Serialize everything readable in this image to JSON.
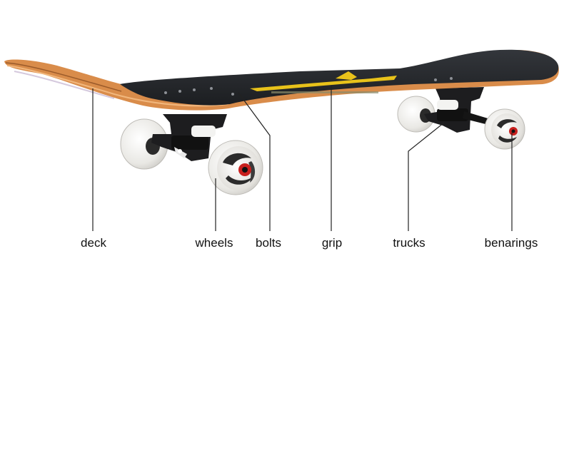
{
  "labels": {
    "deck": "deck",
    "wheels": "wheels",
    "bolts": "bolts",
    "grip": "grip",
    "trucks": "trucks",
    "bearings": "benarings"
  },
  "colors": {
    "grip_tape": "#26282c",
    "deck_wood": "#d98c4a",
    "graphic_yellow": "#e8c21a",
    "wheel": "#ecebe8",
    "truck": "#1d1d1f",
    "bearing": "#c8201e",
    "leader_line": "#222222"
  }
}
